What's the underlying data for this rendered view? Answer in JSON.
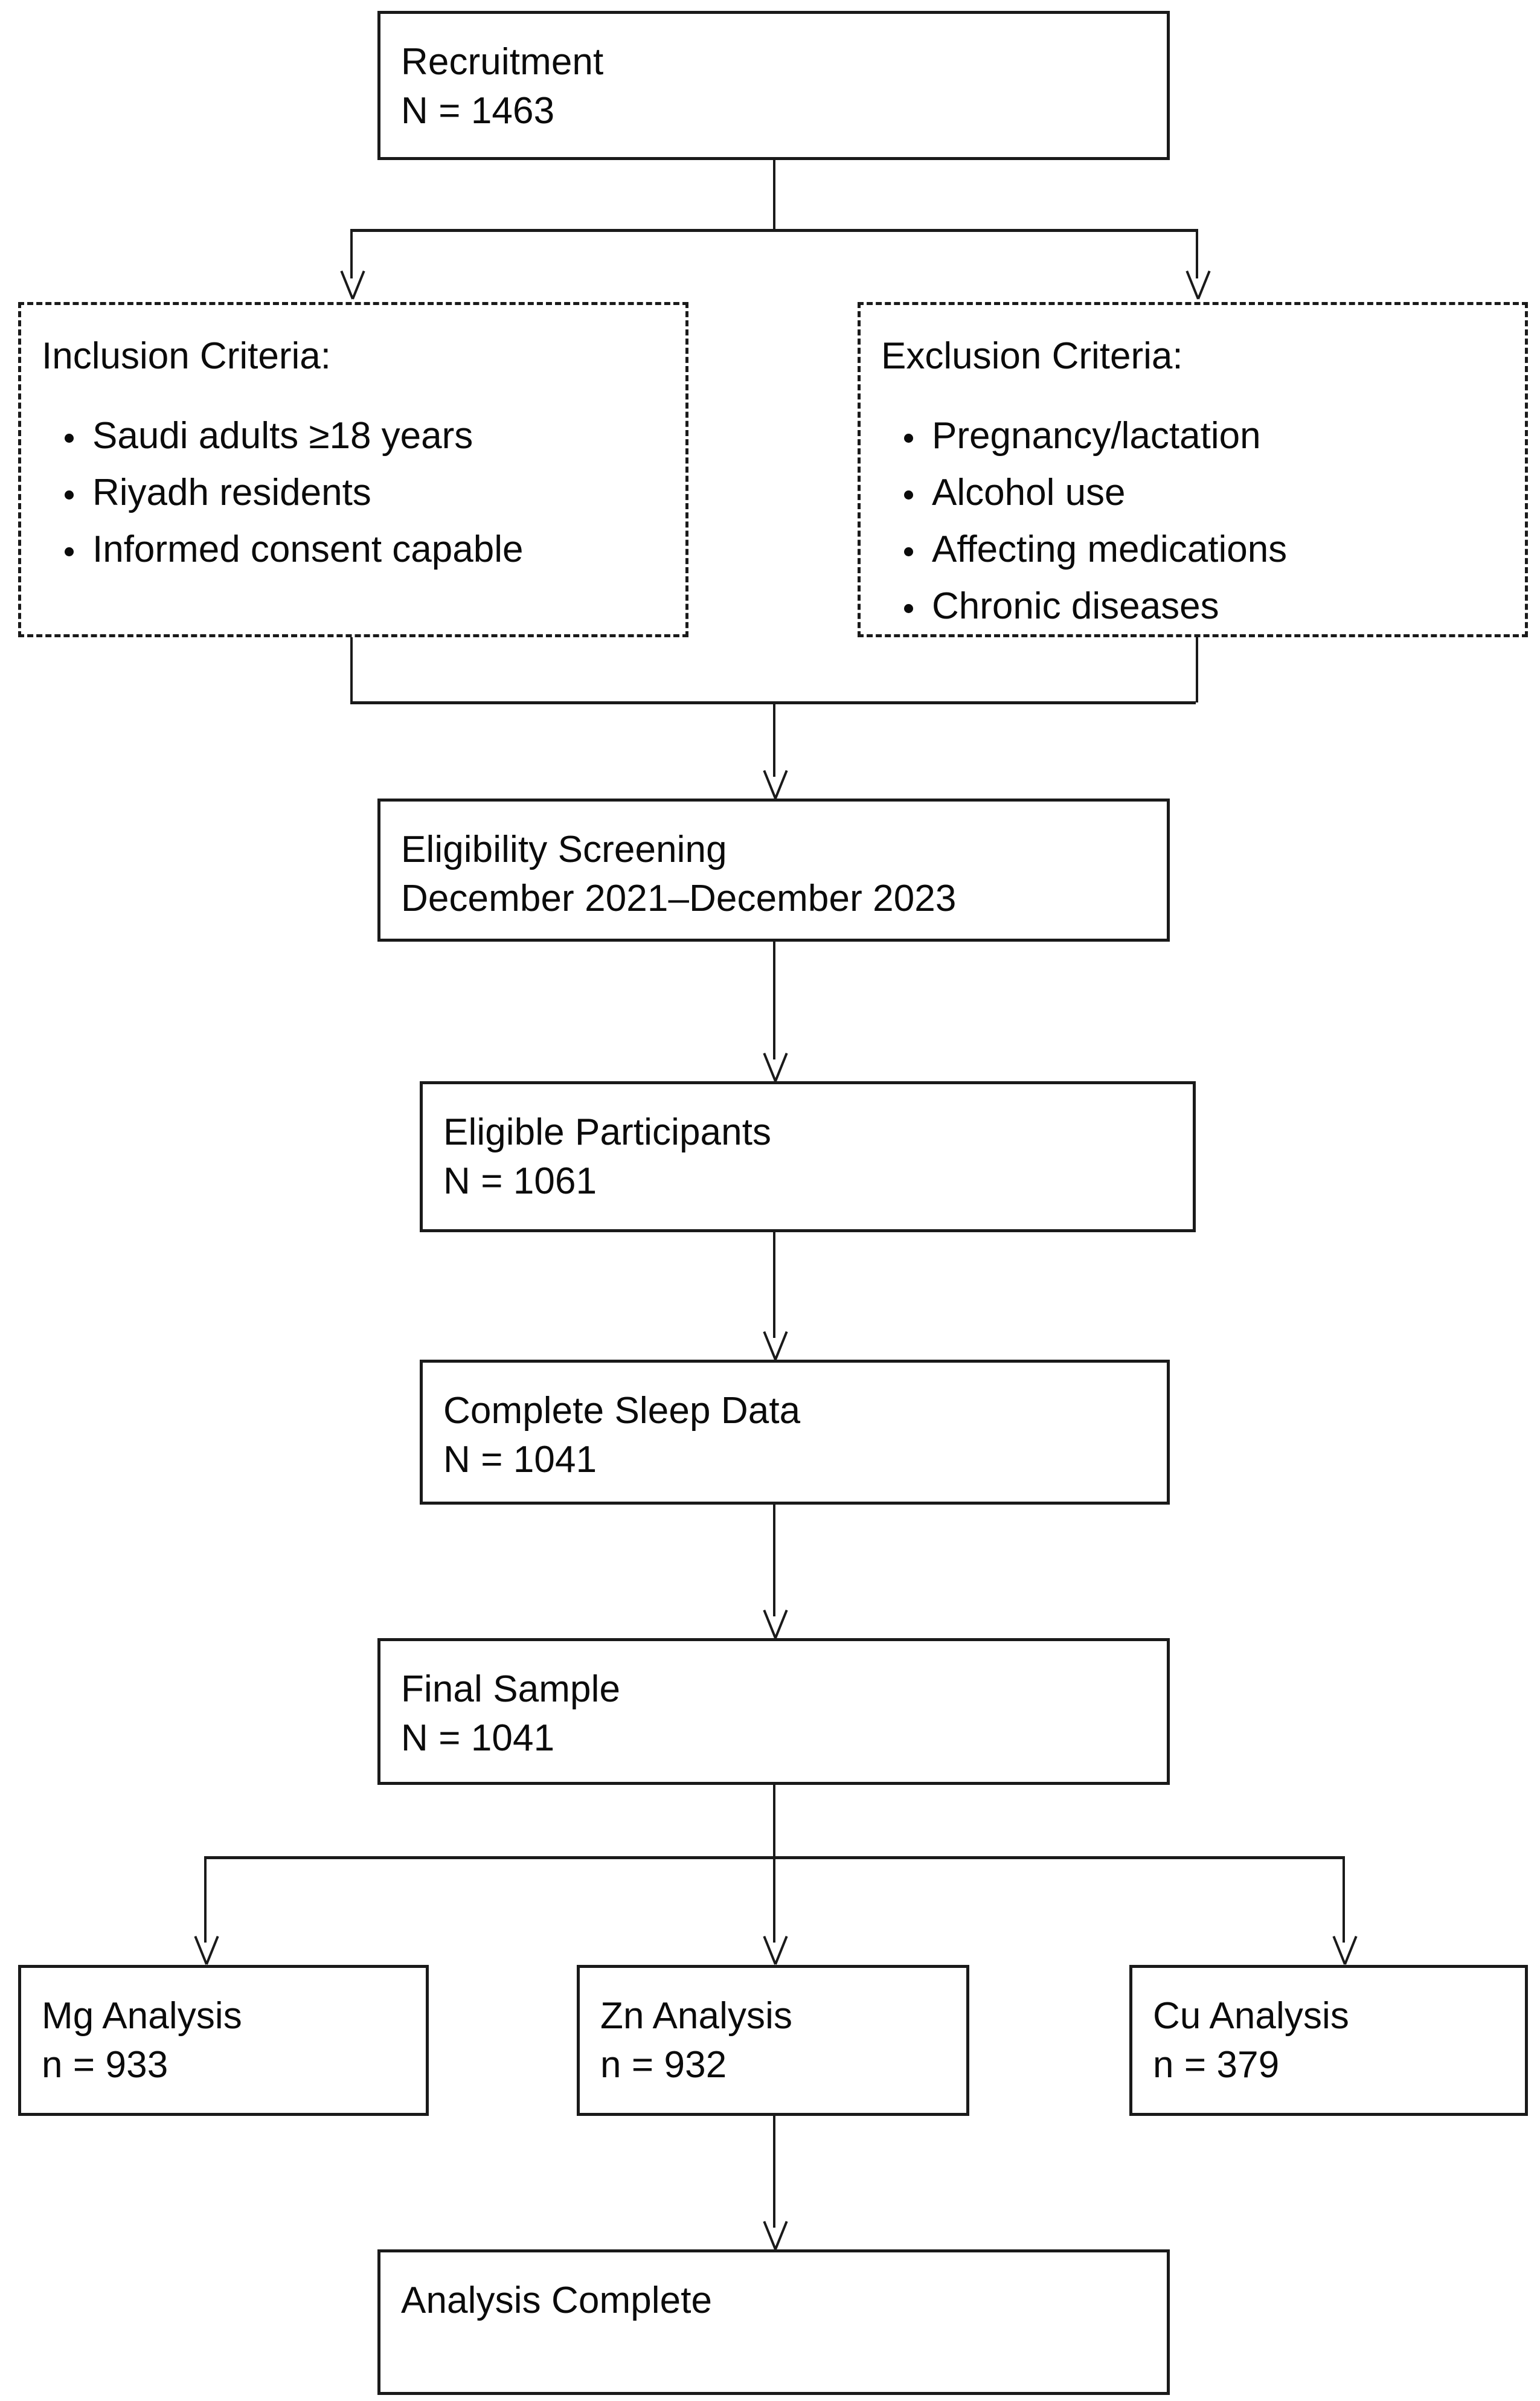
{
  "diagram": {
    "type": "study-flow-diagram",
    "nodes": {
      "recruitment": {
        "title": "Recruitment",
        "count": "N = 1463"
      },
      "inclusion": {
        "heading": "Inclusion Criteria:",
        "items": [
          "Saudi adults ≥18 years",
          "Riyadh residents",
          "Informed consent capable"
        ]
      },
      "exclusion": {
        "heading": "Exclusion Criteria:",
        "items": [
          "Pregnancy/lactation",
          "Alcohol use",
          "Affecting medications",
          "Chronic diseases"
        ]
      },
      "screening": {
        "title": "Eligibility Screening",
        "period": "December 2021–December 2023"
      },
      "eligible": {
        "title": "Eligible Participants",
        "count": "N = 1061"
      },
      "sleep_data": {
        "title": "Complete Sleep Data",
        "count": "N = 1041"
      },
      "final_sample": {
        "title": "Final Sample",
        "count": "N = 1041"
      },
      "mg_analysis": {
        "title": "Mg Analysis",
        "count": "n = 933"
      },
      "zn_analysis": {
        "title": "Zn Analysis",
        "count": "n = 932"
      },
      "cu_analysis": {
        "title": "Cu Analysis",
        "count": "n = 379"
      },
      "analysis_complete": {
        "title": "Analysis Complete"
      }
    },
    "colors": {
      "stroke": "#1a1a1a",
      "text": "#0b0b0b",
      "background": "#ffffff"
    }
  }
}
